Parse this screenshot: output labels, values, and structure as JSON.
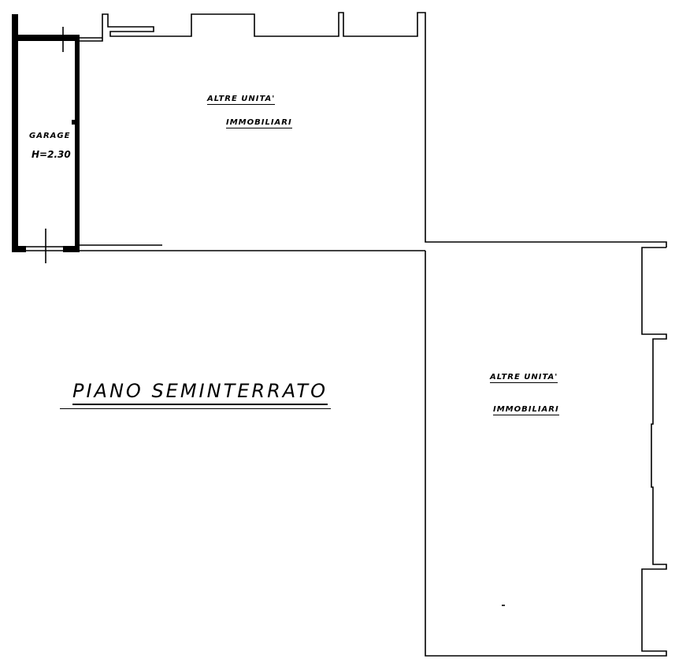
{
  "labels": {
    "garage_name": "GARAGE",
    "garage_height": "H=2.30",
    "unit_top_line1": "ALTRE UNITA'",
    "unit_top_line2": "IMMOBILIARI",
    "unit_right_line1": "ALTRE UNITA'",
    "unit_right_line2": "IMMOBILIARI",
    "floor_title": "PIANO SEMINTERRATO"
  },
  "colors": {
    "ink": "#000000",
    "paper": "#ffffff"
  }
}
